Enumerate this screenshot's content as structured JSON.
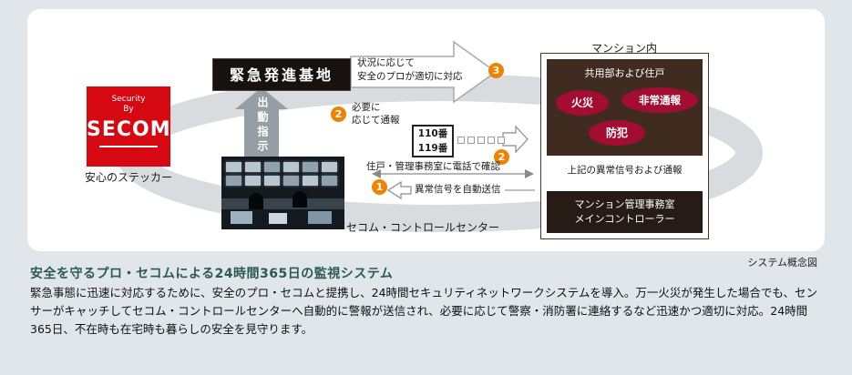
{
  "diagram": {
    "secom": {
      "brand_small": "Security\nBy",
      "brand": "SECOM",
      "label": "安心のステッカー"
    },
    "base_box": "緊急発進基地",
    "response_note": "状況に応じて\n安全のプロが適切に対応",
    "dispatch": "出動指示",
    "report_note": "必要に\n応じて通報",
    "call110": "110番",
    "call119": "119番",
    "phone_confirm": "住戸・管理事務室に電話で確認",
    "auto_signal": "異常信号を自動送信",
    "control_center": "セコム・コントロールセンター",
    "mansion": {
      "label": "マンション内",
      "header": "共用部および住戸",
      "oval_fire": "火災",
      "oval_alert": "非常通報",
      "oval_crime": "防犯",
      "signals_note": "上記の異常信号および通報",
      "controller": "マンション管理事務室\nメインコントローラー"
    },
    "badges": {
      "step1": "1",
      "step2a": "2",
      "step2b": "2",
      "step3": "3"
    }
  },
  "footer": {
    "caption": "システム概念図"
  },
  "section": {
    "heading": "安全を守るプロ・セコムによる24時間365日の監視システム",
    "body": "緊急事態に迅速に対応するために、安全のプロ・セコムと提携し、24時間セキュリティネットワークシステムを導入。万一火災が発生した場合でも、センサーがキャッチしてセコム・コントロールセンターへ自動的に警報が送信され、必要に応じて警察・消防署に連絡するなど迅速かつ適切に対応。24時間365日、不在時も在宅時も暮らしの安全を見守ります。"
  }
}
